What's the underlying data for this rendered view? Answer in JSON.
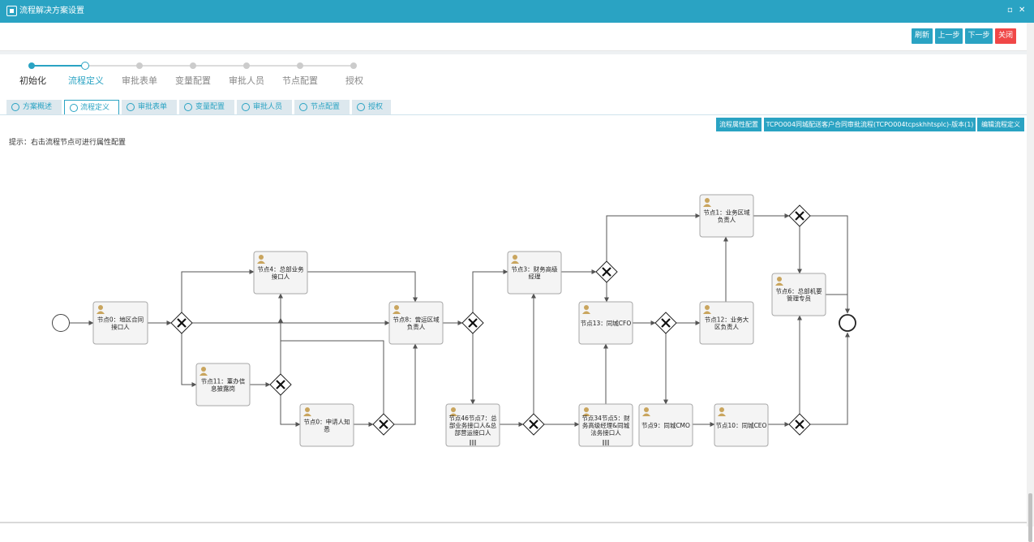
{
  "window": {
    "title": "流程解决方案设置",
    "max_glyph": "▫",
    "close_glyph": "✕"
  },
  "toolbar": {
    "refresh": "刷新",
    "prev": "上一步",
    "next": "下一步",
    "close": "关闭"
  },
  "steps": [
    "初始化",
    "流程定义",
    "审批表单",
    "变量配置",
    "审批人员",
    "节点配置",
    "授权"
  ],
  "tabs": [
    "方案概述",
    "流程定义",
    "审批表单",
    "变量配置",
    "审批人员",
    "节点配置",
    "授权"
  ],
  "actions": {
    "process_props": "流程属性配置",
    "process_name": "TCPO004同城配送客户合同审批流程(TCPO004tcpskhhtsplc)-版本(1)",
    "edit_definition": "编辑流程定义"
  },
  "tip": "提示：右击流程节点可进行属性配置",
  "colors": {
    "accent": "#2aa3c3",
    "danger": "#f04747",
    "done": "#2aa3c3",
    "pending": "#cccccc"
  },
  "nodes": [
    {
      "id": "n0",
      "lines": [
        "节点0：地区合同",
        "接口人"
      ]
    },
    {
      "id": "n4",
      "lines": [
        "节点4：总部业务",
        "接口人"
      ]
    },
    {
      "id": "n11",
      "lines": [
        "节点11：董办信",
        "息披露岗"
      ]
    },
    {
      "id": "n0b",
      "lines": [
        "节点0：申请人知",
        "悉"
      ]
    },
    {
      "id": "n8",
      "lines": [
        "节点8：营运区域",
        "负责人"
      ]
    },
    {
      "id": "n3",
      "lines": [
        "节点3：财务高级",
        "经理"
      ]
    },
    {
      "id": "n46",
      "lines": [
        "节点46节点7：总",
        "部业务接口人&总",
        "部营运接口人"
      ]
    },
    {
      "id": "n13",
      "lines": [
        "节点13：同城CFO"
      ]
    },
    {
      "id": "n34",
      "lines": [
        "节点34节点5：财",
        "务高级经理&同城",
        "法务接口人"
      ]
    },
    {
      "id": "n1",
      "lines": [
        "节点1：业务区域",
        "负责人"
      ]
    },
    {
      "id": "n12",
      "lines": [
        "节点12：业务大",
        "区负责人"
      ]
    },
    {
      "id": "n9",
      "lines": [
        "节点9：同城CMO"
      ]
    },
    {
      "id": "n10",
      "lines": [
        "节点10：同城CEO"
      ]
    },
    {
      "id": "n6",
      "lines": [
        "节点6：总部机要",
        "管理专员"
      ]
    }
  ]
}
